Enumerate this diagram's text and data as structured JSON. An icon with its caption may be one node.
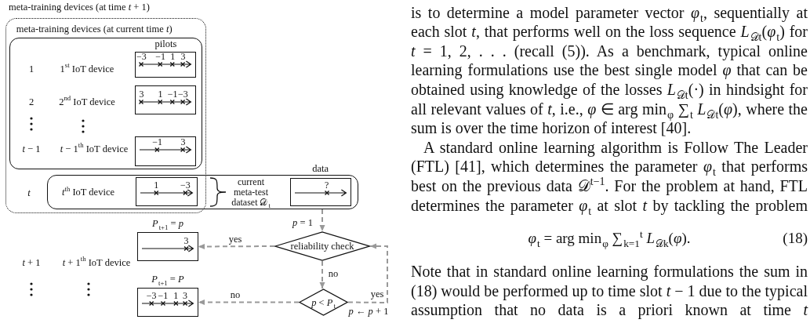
{
  "diagram": {
    "nodes": [
      {
        "text": [
          "meta-training devices (at time *t* + 1)"
        ]
      },
      {
        "text": [
          "meta-training devices (at current time *t*)"
        ],
        "in": 0
      },
      {
        "text": [
          "−3",
          "−1",
          "1",
          "3"
        ],
        "beside": [
          "pilots"
        ],
        "in": 1
      },
      {
        "text": [
          "3",
          "1",
          "−1",
          "−3"
        ],
        "in": 1
      },
      {
        "text": [
          "−1",
          "3"
        ],
        "in": 1
      },
      {
        "text": [
          "*t*$^{th}$ IoT device",
          "current meta-test dataset 𝒟$_{t}$"
        ]
      },
      {
        "text": [
          "1",
          "−3"
        ]
      },
      {
        "text": [
          "?"
        ],
        "beside": [
          "data"
        ],
        "in": 5
      },
      {
        "text": [
          "3"
        ],
        "beside": [
          "*P*$_{t+1}$ = *p*"
        ]
      },
      {
        "text": [
          "reliability check"
        ]
      },
      {
        "text": [
          "−3",
          "−1",
          "1",
          "3"
        ],
        "beside": [
          "*P*$_{t+1}$ = *P*"
        ]
      },
      {
        "text": [
          "*p* < *P*$_{t}$"
        ]
      }
    ],
    "edges": [
      {
        "from": 5,
        "to": 9,
        "arrow": "to",
        "label": "*p* = 1",
        "style": "dashed",
        "color": "#999999"
      },
      {
        "from": 9,
        "to": 8,
        "arrow": "to",
        "label": "yes",
        "style": "dashed",
        "color": "#999999"
      },
      {
        "from": 9,
        "to": 11,
        "arrow": "to",
        "label": "no",
        "style": "dashed",
        "color": "#999999"
      },
      {
        "from": 11,
        "to": 10,
        "arrow": "to",
        "label": "no",
        "style": "dashed",
        "color": "#999999"
      },
      {
        "from": 11,
        "to": 9,
        "arrow": "to",
        "label": "yes",
        "style": "dashed",
        "color": "#999999"
      }
    ],
    "labels": [
      "1",
      "1$^{st}$ IoT device",
      "2",
      "2$^{nd}$ IoT device",
      "*t* − 1",
      "*t* − 1$^{th}$ IoT device",
      "*t*",
      "*t* + 1",
      "*t* + 1$^{th}$ IoT device",
      "*p* ← *p* + 1",
      "is to determine a model parameter vector *φ*$_{t}$, sequentially at each slot *t*, that performs well on the loss sequence *L*$_{𝒟t}$(*φ*$_{t}$) for *t* = 1, 2, . . . (recall (5)). As a benchmark, typical online learning formulations use the best single model *φ* that can be obtained using knowledge of the losses *L*$_{𝒟t}$(·) in hindsight for all relevant values of *t*, i.e., *φ* ∈ arg min$_{φ}$ ∑$_{t}$ *L*$_{𝒟t}$(*φ*), where the sum is over the time horizon of interest [40].",
      "A standard online learning algorithm is Follow The Leader (FTL) [41], which determines the parameter *φ*$_{t}$ that performs best on the previous data 𝒟$^{t−1}$. For the problem at hand, FTL determines the parameter *φ*$_{t}$ at slot *t* by tackling the problem",
      "*φ*$_{t}$ = arg min$_{φ}$ ∑$_{k=1}$$^{t}$ *L*$_{𝒟k}$(*φ*).",
      "(18)",
      "Note that in standard online learning formulations the sum in (18) would be performed up to time slot *t* − 1 due to the typical assumption that no data is a priori known at time *t*"
    ]
  }
}
